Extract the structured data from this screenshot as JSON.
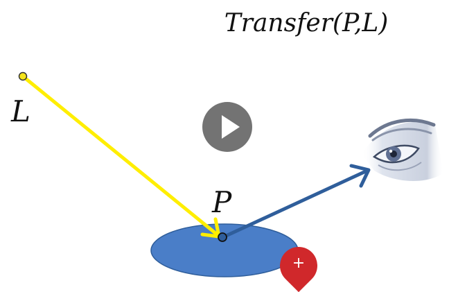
{
  "diagram": {
    "title": "Transfer(P,L)",
    "light_label": "L",
    "point_label": "P",
    "colors": {
      "light_ray": "#ffee00",
      "light_ray_edge": "#e6cf00",
      "view_ray": "#2f5e9b",
      "surface": "#4a7ec8",
      "surface_edge": "#2f5e9b",
      "light_dot": "#f5e41a"
    }
  },
  "overlay": {
    "play_icon": "play-icon",
    "add_icon": "plus-icon",
    "add_symbol": "+"
  }
}
